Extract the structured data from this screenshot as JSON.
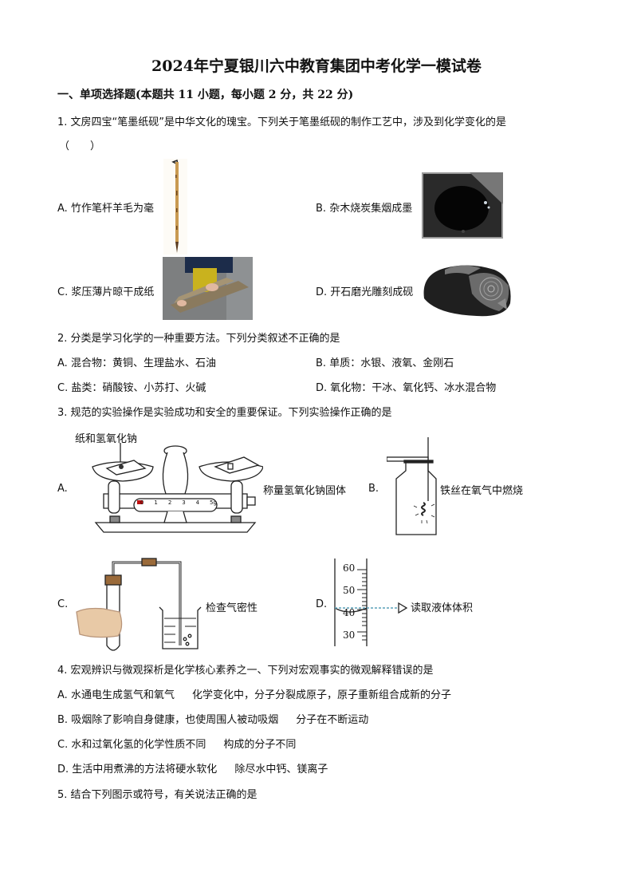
{
  "document": {
    "title": "2024年宁夏银川六中教育集团中考化学一模试卷",
    "section_heading": "一、单项选择题(本题共 11 小题，每小题 2 分，共 22 分)"
  },
  "questions": [
    {
      "number": "1.",
      "stem": "文房四宝“笔墨纸砚”是中华文化的瑰宝。下列关于笔墨纸砚的制作工艺中，涉及到化学变化的是",
      "stem_cont": "（　　）",
      "options": [
        {
          "label": "A.",
          "text": "竹作笔杆羊毛为毫",
          "image": "brush-photo"
        },
        {
          "label": "B.",
          "text": "杂木烧炭集烟成墨",
          "image": "ink-photo"
        },
        {
          "label": "C.",
          "text": "浆压薄片晾干成纸",
          "image": "papermaking-photo"
        },
        {
          "label": "D.",
          "text": "开石磨光雕刻成砚",
          "image": "inkstone-photo"
        }
      ]
    },
    {
      "number": "2.",
      "stem": "分类是学习化学的一种重要方法。下列分类叙述不正确的是",
      "options": [
        {
          "label": "A.",
          "text": "混合物：黄铜、生理盐水、石油"
        },
        {
          "label": "B.",
          "text": "单质：水银、液氧、金刚石"
        },
        {
          "label": "C.",
          "text": "盐类：硝酸铵、小苏打、火碱"
        },
        {
          "label": "D.",
          "text": "氧化物：干冰、氧化钙、冰水混合物"
        }
      ]
    },
    {
      "number": "3.",
      "stem": "规范的实验操作是实验成功和安全的重要保证。下列实验操作正确的是",
      "options": [
        {
          "label": "A.",
          "text": "称量氢氧化钠固体",
          "diagram_label": "纸和氢氧化钠",
          "scale_ticks": [
            "0",
            "1",
            "2",
            "3",
            "4",
            "5g"
          ]
        },
        {
          "label": "B.",
          "text": "铁丝在氧气中燃烧"
        },
        {
          "label": "C.",
          "text": "检查气密性"
        },
        {
          "label": "D.",
          "text": "读取液体体积",
          "cylinder_ticks": [
            "60",
            "50",
            "40",
            "30"
          ]
        }
      ]
    },
    {
      "number": "4.",
      "stem": "宏观辨识与微观探析是化学核心素养之一、下列对宏观事实的微观解释错误的是",
      "options": [
        {
          "label": "A.",
          "fact": "水通电生成氢气和氧气",
          "explanation": "化学变化中，分子分裂成原子，原子重新组合成新的分子"
        },
        {
          "label": "B.",
          "fact": "吸烟除了影响自身健康，也使周围人被动吸烟",
          "explanation": "分子在不断运动"
        },
        {
          "label": "C.",
          "fact": "水和过氧化氢的化学性质不同",
          "explanation": "构成的分子不同"
        },
        {
          "label": "D.",
          "fact": "生活中用煮沸的方法将硬水软化",
          "explanation": "除尽水中钙、镁离子"
        }
      ]
    },
    {
      "number": "5.",
      "stem": "结合下列图示或符号，有关说法正确的是"
    }
  ],
  "colors": {
    "text": "#111111",
    "rider_red": "#c01010",
    "dashed_line": "#5aa0b8",
    "stopper_brown": "#9a6a3a"
  }
}
